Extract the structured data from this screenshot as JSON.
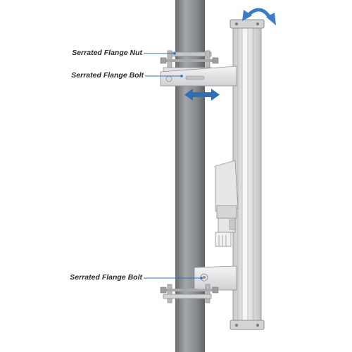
{
  "labels": {
    "nut": "Serrated Flange Nut",
    "bolt_top": "Serrated Flange Bolt",
    "bolt_bottom": "Serrated Flange Bolt"
  },
  "colors": {
    "pole": "#8a8d90",
    "pole_shadow": "#6f7275",
    "bracket": "#e7e8ea",
    "antenna": "#d7d9db",
    "arrow": "#2f6fb8",
    "leader": "#2f6fb8",
    "text": "#2b2b2b"
  },
  "icons": [
    "rotate-arrow-icon",
    "horizontal-adjust-arrow-icon"
  ]
}
